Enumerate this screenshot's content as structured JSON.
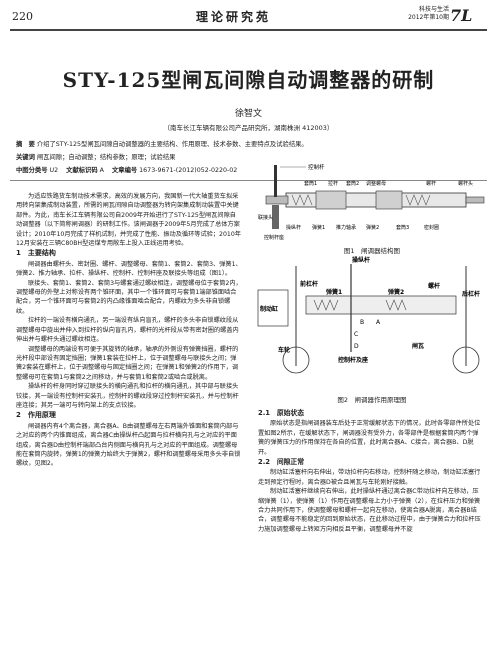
{
  "header": {
    "page_number": "220",
    "column": "理论研究苑",
    "journal": "科技与生活",
    "issue": "2012年第10期",
    "logo": "7L"
  },
  "article": {
    "title": "STY-125型闸瓦间隙自动调整器的研制",
    "author": "徐智文",
    "affiliation": "（南车长江车辆有限公司产品研究所，湖南株洲 412003）"
  },
  "abstract": {
    "abstract_label": "摘　要",
    "abstract_text": "介绍了STY-125型闸瓦间隙自动调整器的主要结构、作用原理、技术参数、主要特点及试验结果。",
    "keywords_label": "关键词",
    "keywords_text": "闸瓦间隙；自动调整；结构参数；原理；试验结果",
    "cls_label": "中图分类号",
    "cls_value": "U2",
    "doc_label": "文献标识码",
    "doc_value": "A",
    "id_label": "文章编号",
    "id_value": "1673-9671-(2012)052-0220-02"
  },
  "body_left": {
    "p1": "为适应铁路货车制动技术需求，高效的发展方向，我国新一代大轴重货车拟采用转向架集成制动装置，所需的闸瓦间隙自动调整器为转向架集成制动装置中关键部件。为此，南车长江车辆有限公司自2009年开始进行了STY-125型闸瓦间隙自动调整器（以下简称闸调器）的研制工作。该闸调器于2009年5月完成了总体方案设计；2010年10月完成了样机试制，并完成了性能、振动及循环等试验；2010年12月安装在三辆C80BH型运煤专用敞车上投入正线运用考验。",
    "h1": "1　主要结构",
    "p2": "闸调器由螺杆头、密封圈、螺杆、调整螺母、套筒1、套筒2、套筒3、弹簧1、弹簧2、推力轴承、拉杆、操纵杆、控制杆、控制杆座及联接头等组成（图1）。",
    "p3": "联接头、套筒1、套筒2、套筒3与螺套通过螺纹相连，调整螺母位于套筒2内，调整螺母的外壁上对称设有两个锥环面，其中一个锥环面可与套筒1端部锥面啮合配合，另一个锥环面可与套筒2的内凸缘锥面啮合配合，内螺纹为多头非自锁螺纹。",
    "p4": "拉杆的一端设有横向通孔，另一端设有纵向盲孔，螺杆的多头非自锁螺纹段从调整螺母中旋出并伸入到拉杆的纵向盲孔内，螺杆的光杆段从带有密封圈的螺盖内伸出并与螺杆头通过螺纹相连。",
    "p5": "调整螺母的两端设有可便于其旋转的轴承，轴承的外侧设有弹簧挡圈，螺杆的光杆段中部设有固定挡圈；弹簧1套装在拉杆上，位于调整螺母与联接头之间；弹簧2套装在螺杆上，位于调整螺母与固定挡圈之间；在弹簧1和弹簧2的作用下，调整螺母可在套筒1与套筒2之间移动，并与套筒1和套筒2或啮合或脱离。",
    "p6": "操纵杆的杆身同时穿过联接头的横向通孔和拉杆的横向通孔，其中部与联接头铰接，其一端设有控制杆安装孔，控制杆的螺纹段穿过控制杆安装孔，并与控制杆座连接；其另一端可与转向架上的支点铰接。",
    "h2": "2　作用原理",
    "p7": "闸调器内有4个离合器，离合器A、B由调整螺母左右两端外锥面和套筒内部与之对应的两个内锥面组成，离合器C由操纵杆凸起面与拉杆横向孔与之对应的平面组成，离合器D由控制杆端部凸台内侧面与横向孔与之对应的平面组成。调整螺母能在套筒内旋转，弹簧1的弹簧力始终大于弹簧2，螺杆和调整螺母采用多头非自锁螺纹，见图2。"
  },
  "body_right": {
    "h21": "2.1　原始状态",
    "p8": "原始状态是指闸调器装车后处于正常缓解状态下的情况，此时各零部件所处位置如图2所示，在缓解状态下，闸调器没有受外力，各零部件是根据套筒内两个弹簧的弹簧压力的作用保持在各自的位置，此时离合器A、C接合，离合器B、D脱开。",
    "h22": "2.2　间隙正常",
    "p9": "制动缸活塞杆向右伸出，带动拉杆向右移动，控制杆随之移动，制动缸活塞行走到预定行程时，离合器D被合且闸瓦与车轮刚好接触。",
    "p10": "制动缸活塞杆继续向右伸出，此时操纵杆通过离合器C带动拉杆向左移动，压缩弹簧（1），使弹簧（1）作用在调整螺母上力小于弹簧（2），在拉杆压力和弹簧合力共同作用下，使调整螺母和螺杆一起向左移动，使离合器A脱离，离合器B结合，调整螺母不能稳定的回到原始状态，在此移动过程中，由于弹簧合力和拉杆压力施加调整螺母上转矩方向相反且平衡，调整螺母并不旋"
  },
  "figure1": {
    "caption": "图1　闸调器结构图",
    "labels": {
      "control_rod": "控制杆",
      "sleeve1": "套筒1",
      "pull_rod": "拉杆",
      "sleeve2": "套筒2",
      "adjust_nut": "调整螺母",
      "screw": "螺杆",
      "screw_head": "螺杆头",
      "connector": "联接头",
      "lever_seat": "操纵杆",
      "control_seat": "控制杆座",
      "spring1": "弹簧1",
      "thrust_bearing": "推力轴承",
      "spring2": "弹簧2",
      "sleeve3": "套筒3",
      "seal": "密封圈"
    }
  },
  "figure2": {
    "caption": "图2　闸调器作用原理图",
    "labels": {
      "lever": "操纵杆",
      "front_lever": "前杠杆",
      "spring1": "弹簧1",
      "spring2": "弹簧2",
      "screw": "螺杆",
      "rear_lever": "后杠杆",
      "brake_cyl": "制动缸",
      "wheel": "车轮",
      "control_seat": "控制杆及座",
      "brake_shoe": "闸瓦",
      "clutch_b": "B",
      "clutch_a": "A",
      "clutch_c": "C",
      "clutch_d": "D"
    }
  }
}
